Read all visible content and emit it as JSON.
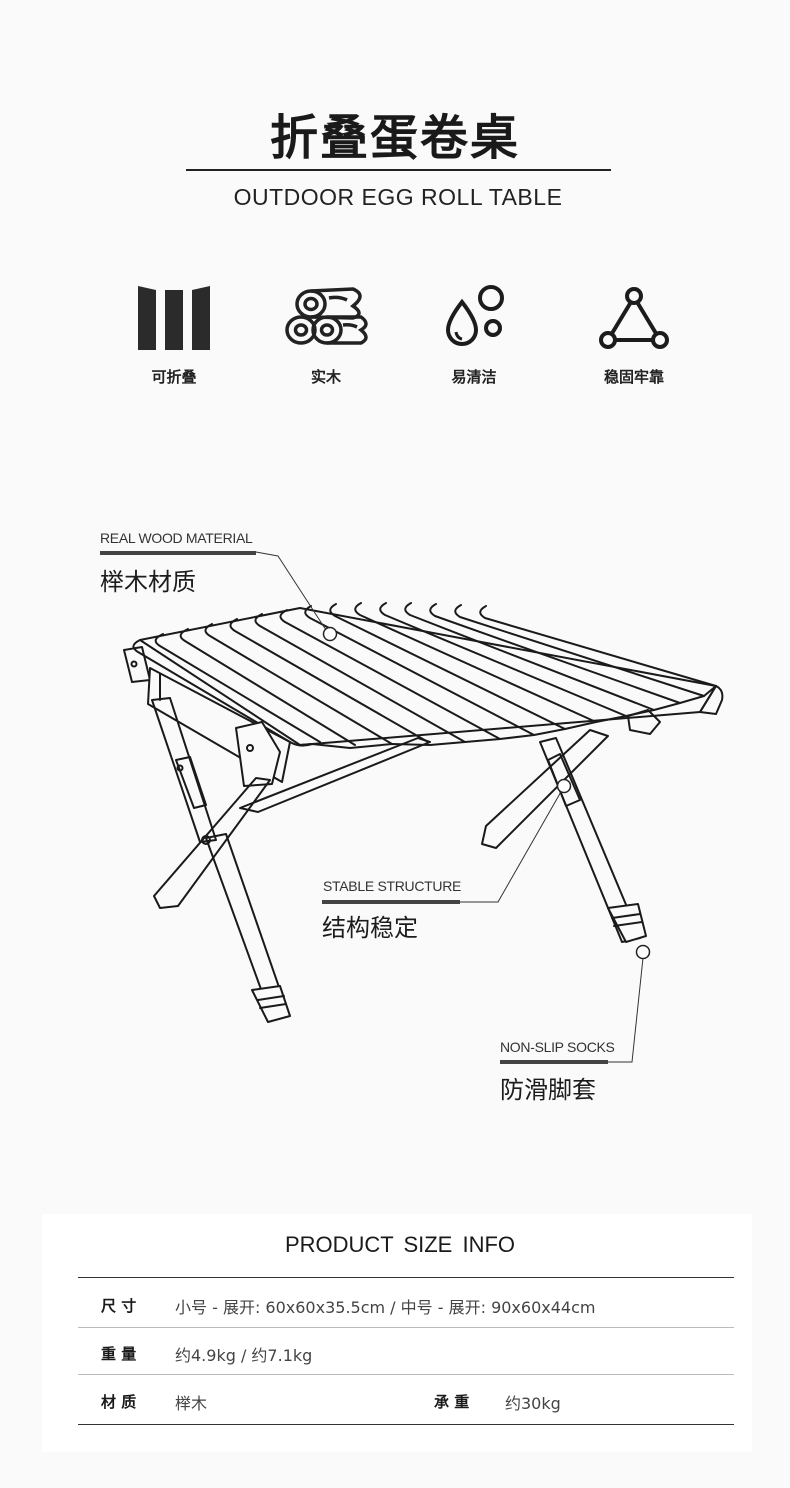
{
  "header": {
    "title_cn": "折叠蛋卷桌",
    "title_en": "OUTDOOR EGG ROLL TABLE"
  },
  "features": [
    {
      "icon": "folding-slats-icon",
      "label": "可折叠"
    },
    {
      "icon": "wood-logs-icon",
      "label": "实木"
    },
    {
      "icon": "water-drops-icon",
      "label": "易清洁"
    },
    {
      "icon": "triangle-stable-icon",
      "label": "稳固牢靠"
    }
  ],
  "callouts": {
    "wood": {
      "en": "REAL WOOD MATERIAL",
      "cn": "榉木材质"
    },
    "structure": {
      "en": "STABLE STRUCTURE",
      "cn": "结构稳定"
    },
    "socks": {
      "en": "NON-SLIP SOCKS",
      "cn": "防滑脚套"
    }
  },
  "size_info": {
    "title": "PRODUCT  SIZE INFO",
    "rows": [
      {
        "label": "尺 寸",
        "value": "小号 - 展开: 60x60x35.5cm  /  中号 - 展开: 90x60x44cm"
      },
      {
        "label": "重 量",
        "value": "约4.9kg /  约7.1kg"
      },
      {
        "label": "材 质",
        "value": "榉木",
        "label2": "承 重",
        "value2": "约30kg"
      }
    ]
  },
  "colors": {
    "ink": "#1c1c1c",
    "background": "#fafafa",
    "card": "#ffffff",
    "accent_bar": "#444444"
  }
}
